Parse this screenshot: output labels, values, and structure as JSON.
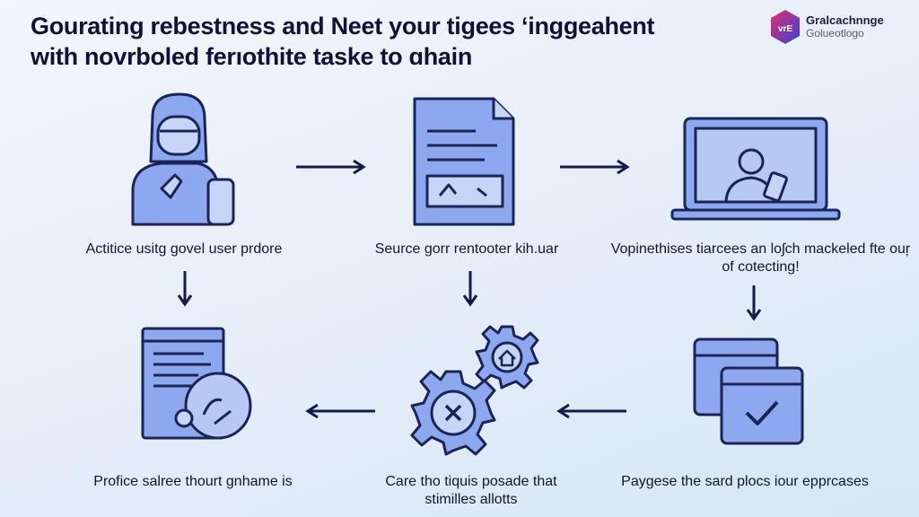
{
  "header": {
    "title_line1": "Gourating rebestness and Neet your tigees ‘inggeahent",
    "title_line2": "with novrboled ferıothite taske to ɑhain"
  },
  "logo": {
    "name": "Gralcachnnge",
    "subtitle": "Golueotlogo",
    "mark": "vrE"
  },
  "steps": [
    {
      "label": "Actitice usitg govel user prdore",
      "icon": "person-with-phone-icon"
    },
    {
      "label": "Seurce gorr rentooter kih.uar",
      "icon": "document-icon"
    },
    {
      "label": "Vopinethises tiarcees an loʃch mackeled fte ouŗ of cotecting!",
      "icon": "laptop-user-icon"
    },
    {
      "label": "Paygese the sard plocs iour epprcases",
      "icon": "windows-check-icon"
    },
    {
      "label": "Care tho tiquis posade that stimilles allotts",
      "icon": "gears-icon"
    },
    {
      "label": "Profice salree thourt ɡnhame is",
      "icon": "web-page-magnifier-icon"
    }
  ],
  "colors": {
    "icon_fill": "#8ea8f0",
    "stroke": "#1b2456",
    "accent": "#5b4bd8"
  }
}
